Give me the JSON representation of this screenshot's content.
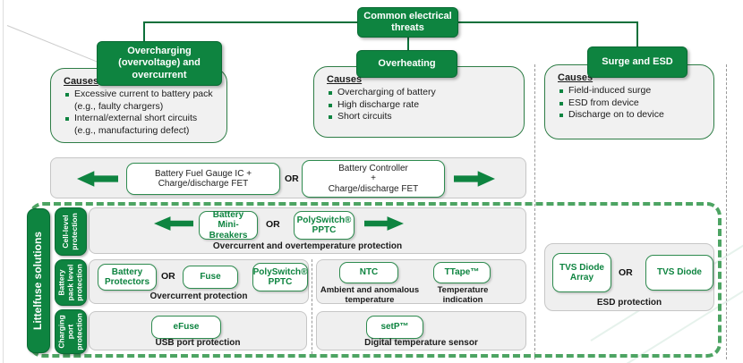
{
  "title_box": "Common electrical threats",
  "labels": {
    "or": "OR",
    "causes": "Causes"
  },
  "threats": [
    {
      "title": "Overcharging (overvoltage) and overcurrent",
      "causes": [
        "Excessive current to battery pack (e.g., faulty chargers)",
        "Internal/external short circuits (e.g., manufacturing defect)"
      ]
    },
    {
      "title": "Overheating",
      "causes": [
        "Overcharging of battery",
        "High discharge rate",
        "Short circuits"
      ]
    },
    {
      "title": "Surge and ESD",
      "causes": [
        "Field-induced surge",
        "ESD from device",
        "Discharge on to device"
      ]
    }
  ],
  "system_band": {
    "option_a": "Battery Fuel Gauge IC +\nCharge/discharge FET",
    "option_b": "Battery Controller\n+\nCharge/discharge FET"
  },
  "solutions": {
    "side_tab": "Littelfuse solutions",
    "rows": [
      {
        "tab": "Cell-level protection",
        "product_a": "Battery Mini-Breakers",
        "product_b": "PolySwitch® PPTC",
        "label": "Overcurrent and overtemperature protection"
      },
      {
        "tab": "Battery pack level protection",
        "product_a": "Battery Protectors",
        "product_b": "Fuse",
        "product_c": "PolySwitch® PPTC",
        "label": "Overcurrent protection",
        "product_d": "NTC",
        "label_d": "Ambient and anomalous temperature",
        "product_e": "TTape™",
        "label_e": "Temperature indication"
      },
      {
        "tab": "Charging port protection",
        "product_a": "eFuse",
        "label_a": "USB port protection",
        "product_b": "setP™",
        "label_b": "Digital temperature sensor"
      }
    ],
    "esd": {
      "product_a": "TVS Diode Array",
      "product_b": "TVS Diode",
      "label": "ESD protection"
    }
  },
  "colors": {
    "green": "#0e8440",
    "green_dash": "#4da463",
    "band_bg": "#efefef"
  }
}
